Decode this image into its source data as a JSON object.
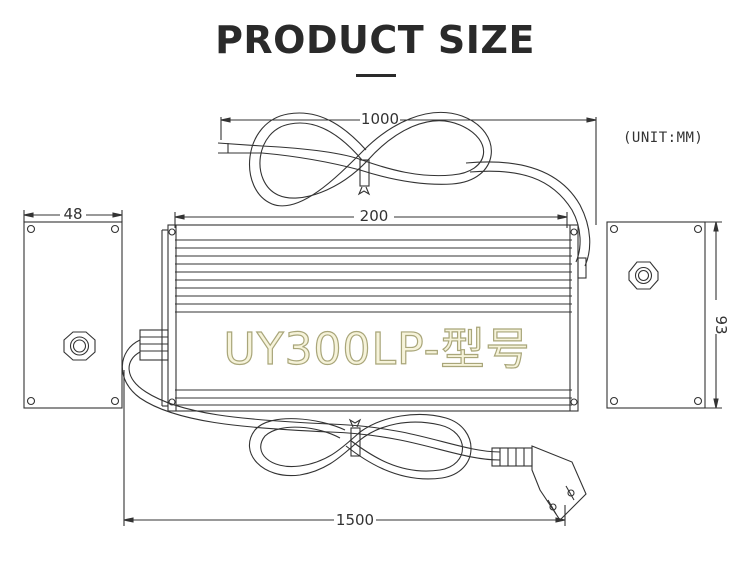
{
  "header": {
    "title": "PRODUCT SIZE"
  },
  "unit_label": "(UNIT:MM)",
  "dimensions": {
    "dc_cable": "1000",
    "body_length": "200",
    "side_width": "48",
    "end_height": "93",
    "ac_cable": "1500"
  },
  "product": {
    "model_label": "UY300LP-型号"
  },
  "colors": {
    "line": "#333333",
    "model_fill": "#f6f3da"
  }
}
